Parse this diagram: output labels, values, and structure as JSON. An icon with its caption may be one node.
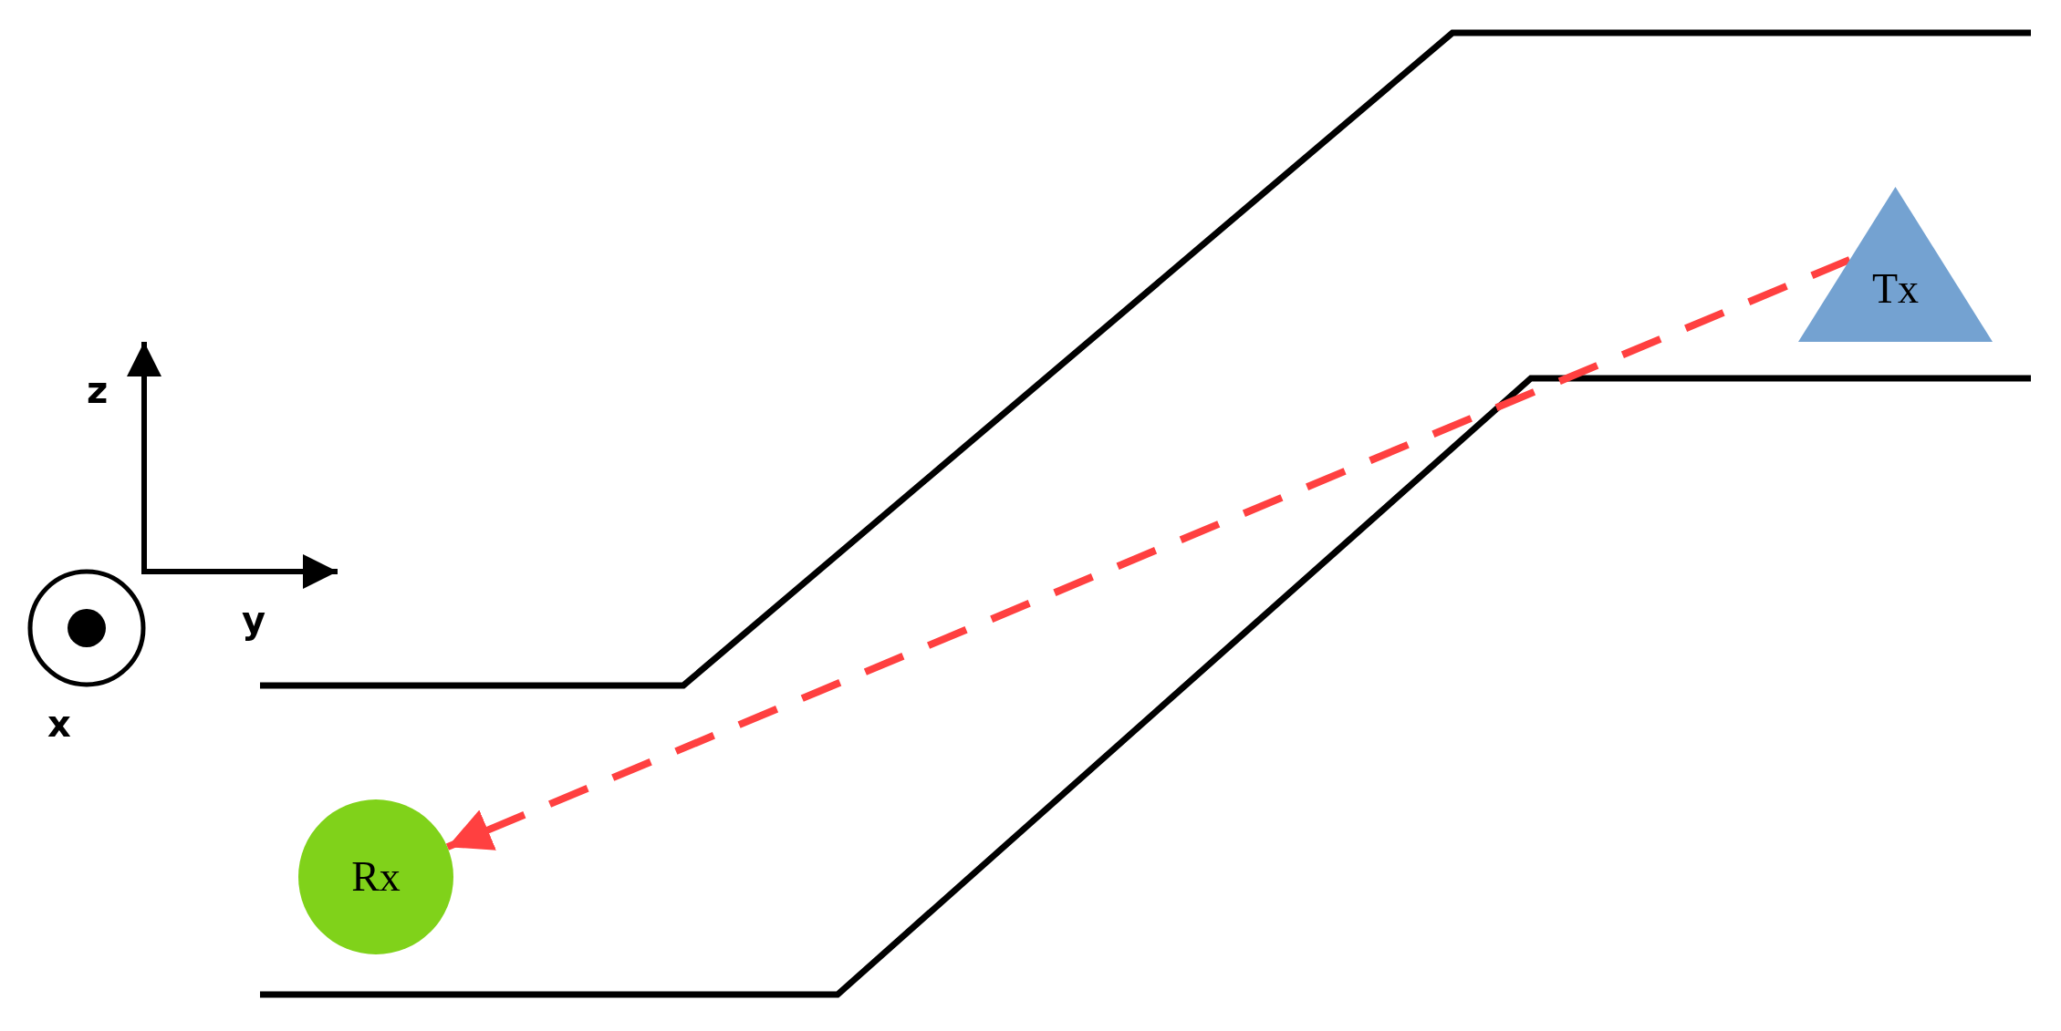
{
  "diagram": {
    "nodes": [
      {
        "text": [
          "Tx"
        ]
      },
      {
        "text": [
          "Rx"
        ]
      }
    ],
    "edges": [
      {
        "from": 0,
        "to": 1,
        "arrow": "to",
        "style": "dashed",
        "color": "#ff4040"
      }
    ],
    "labels": [
      "z",
      "y",
      "x"
    ]
  }
}
